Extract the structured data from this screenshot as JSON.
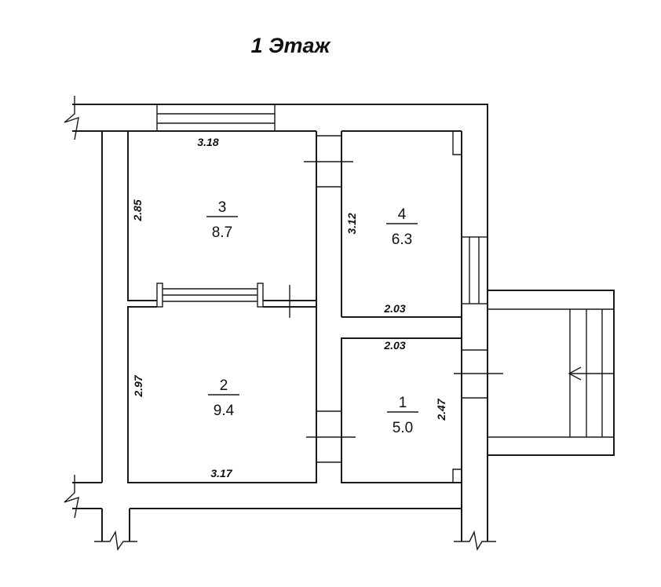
{
  "title": "1 Этаж",
  "rooms": [
    {
      "number": "1",
      "area": "5.0"
    },
    {
      "number": "2",
      "area": "9.4"
    },
    {
      "number": "3",
      "area": "8.7"
    },
    {
      "number": "4",
      "area": "6.3"
    }
  ],
  "dimensions": {
    "room3_width": "3.18",
    "room3_height": "2.85",
    "room4_height": "3.12",
    "room4_width": "2.03",
    "room1_width": "2.03",
    "room1_height": "2.47",
    "room2_height": "2.97",
    "room2_width": "3.17"
  }
}
